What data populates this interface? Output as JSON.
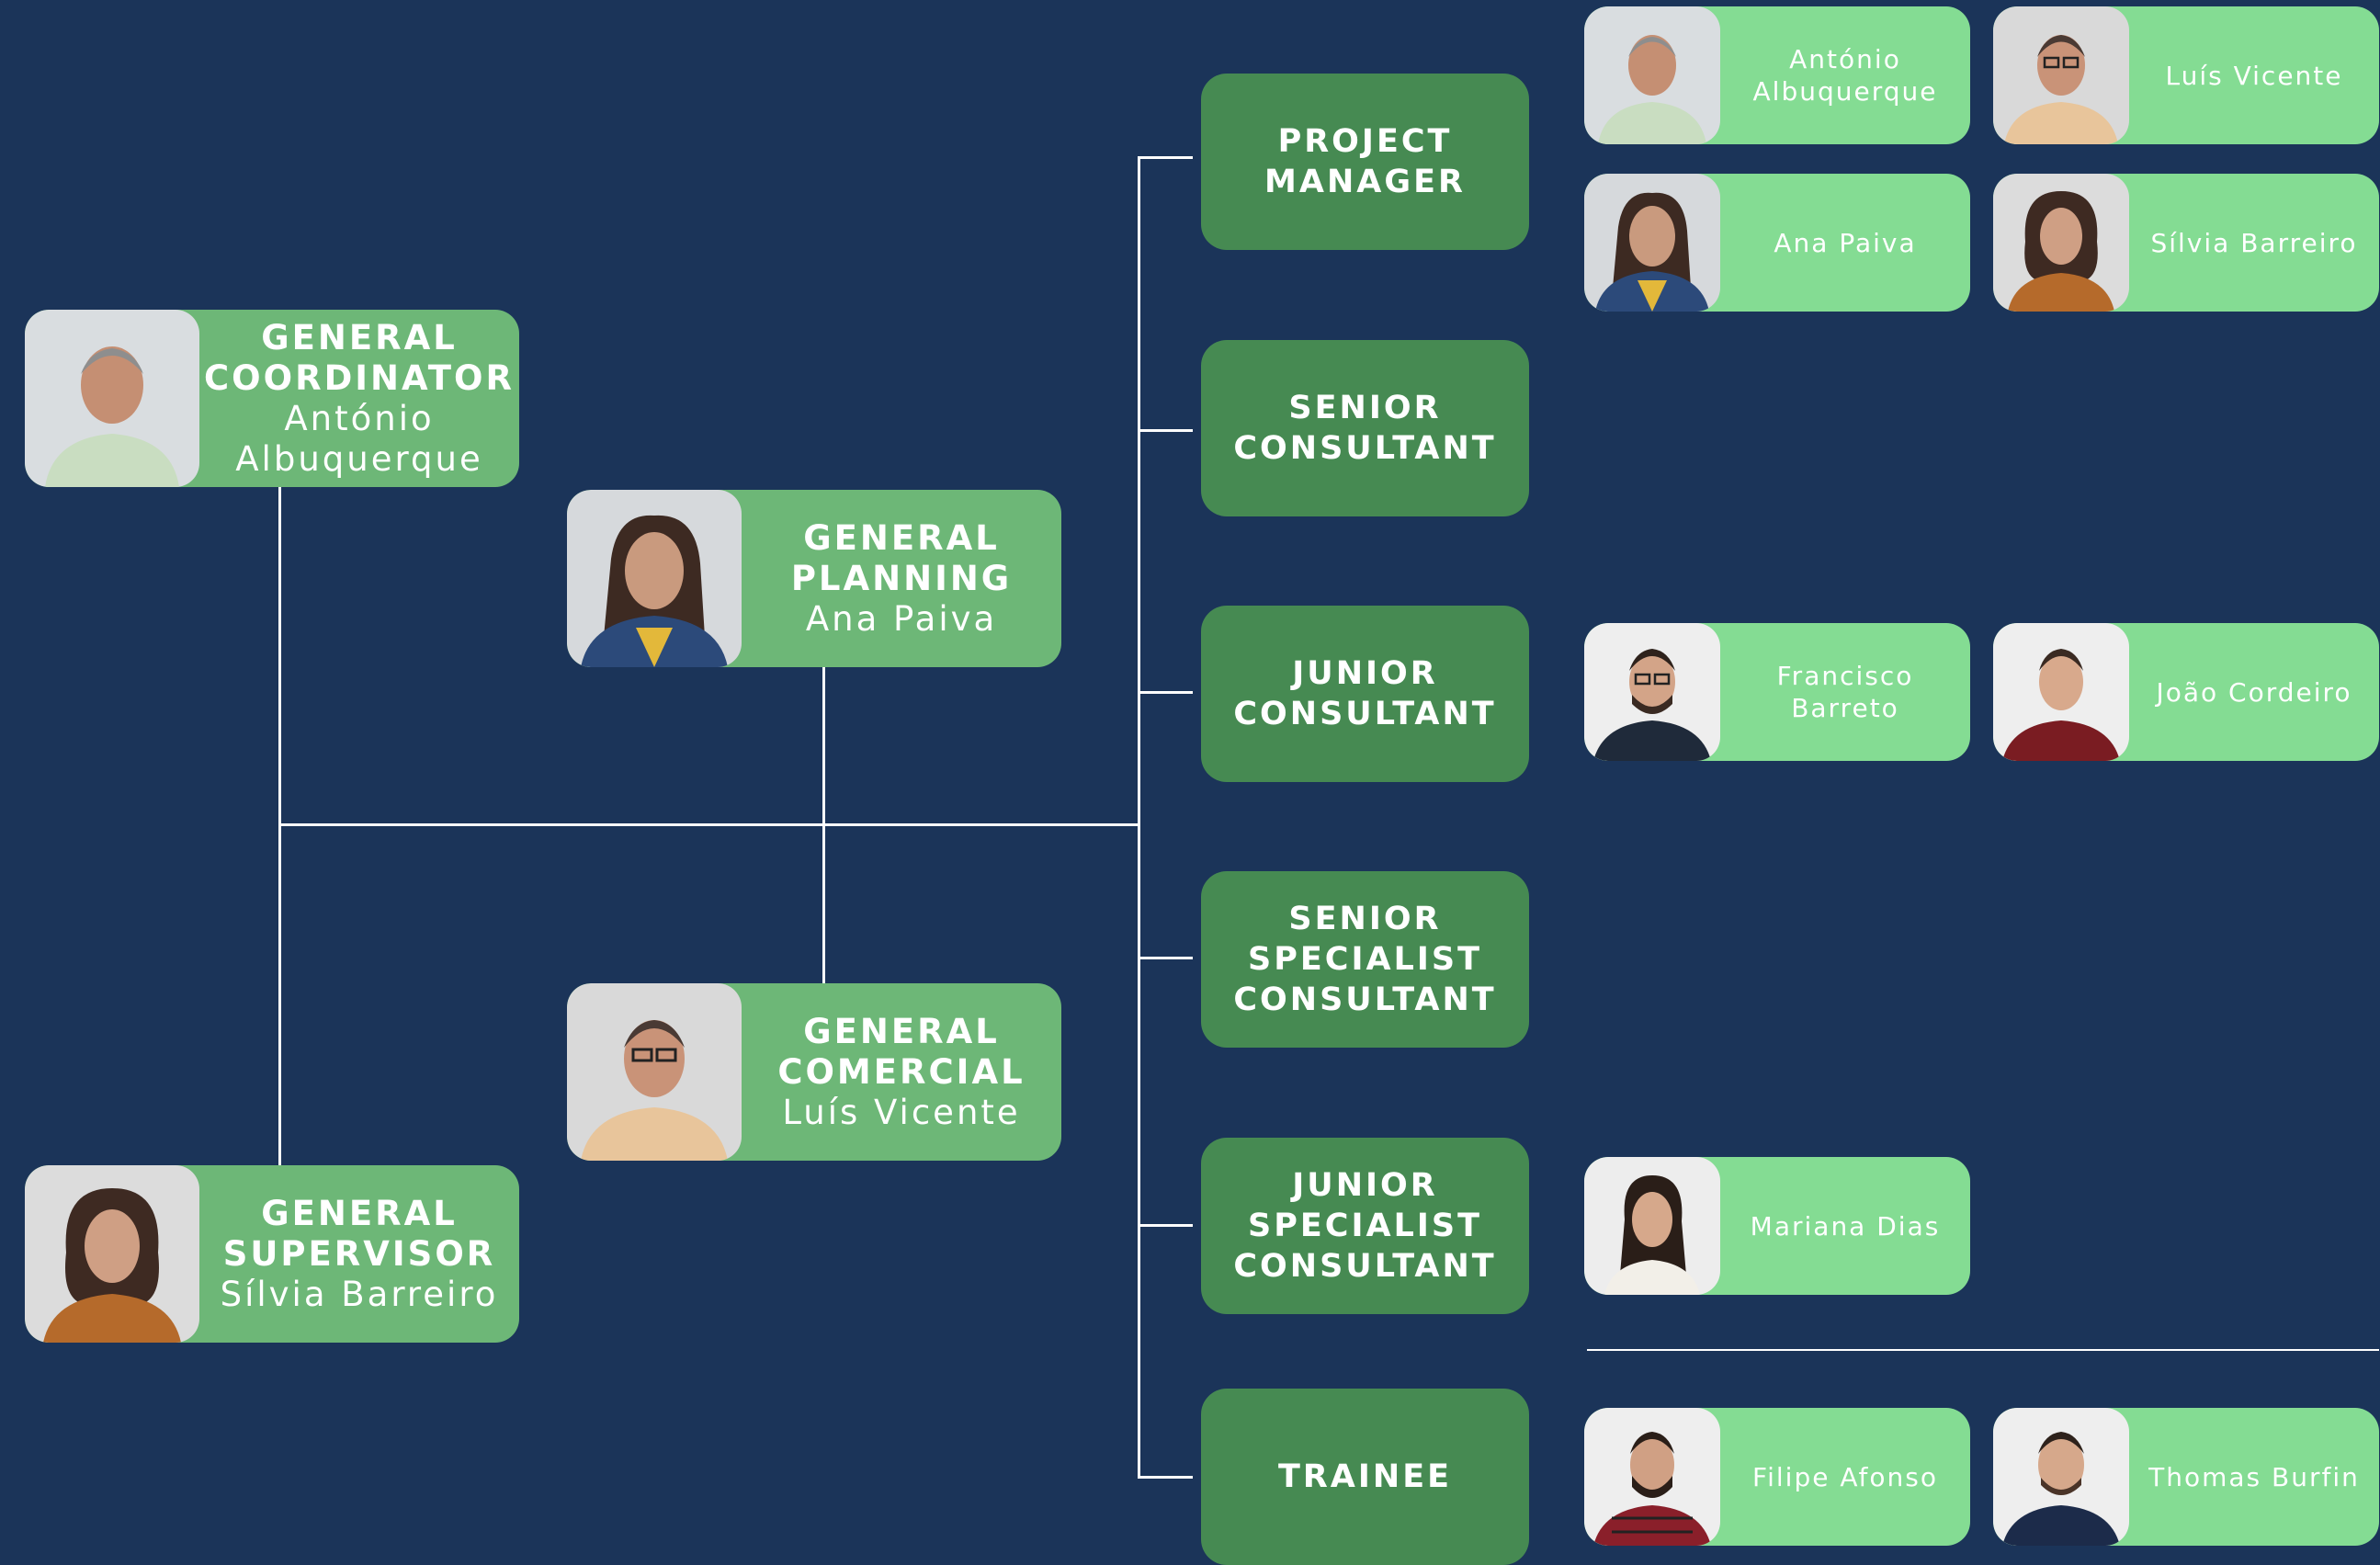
{
  "colors": {
    "background": "#1b3459",
    "leader_card": "#6db777",
    "role_box": "#468a52",
    "person_card": "#84dc93",
    "connector": "#ffffff"
  },
  "leadership": [
    {
      "role": "GENERAL COORDINATOR",
      "name": "António Albuquerque",
      "photo_icon": "person-photo-icon"
    },
    {
      "role": "GENERAL PLANNING",
      "name": "Ana Paiva",
      "photo_icon": "person-photo-icon"
    },
    {
      "role": "GENERAL COMERCIAL",
      "name": "Luís Vicente",
      "photo_icon": "person-photo-icon"
    },
    {
      "role": "GENERAL SUPERVISOR",
      "name": "Sílvia Barreiro",
      "photo_icon": "person-photo-icon"
    }
  ],
  "roles": [
    {
      "title": "PROJECT MANAGER",
      "members": [
        "António Albuquerque",
        "Luís Vicente",
        "Ana Paiva",
        "Sílvia Barreiro"
      ]
    },
    {
      "title": "SENIOR CONSULTANT",
      "members": []
    },
    {
      "title": "JUNIOR CONSULTANT",
      "members": [
        "Francisco Barreto",
        "João Cordeiro"
      ]
    },
    {
      "title": "SENIOR SPECIALIST CONSULTANT",
      "members": []
    },
    {
      "title": "JUNIOR SPECIALIST CONSULTANT",
      "members": [
        "Mariana Dias"
      ]
    },
    {
      "title": "TRAINEE",
      "members": [
        "Filipe Afonso",
        "Thomas Burfin"
      ]
    }
  ]
}
